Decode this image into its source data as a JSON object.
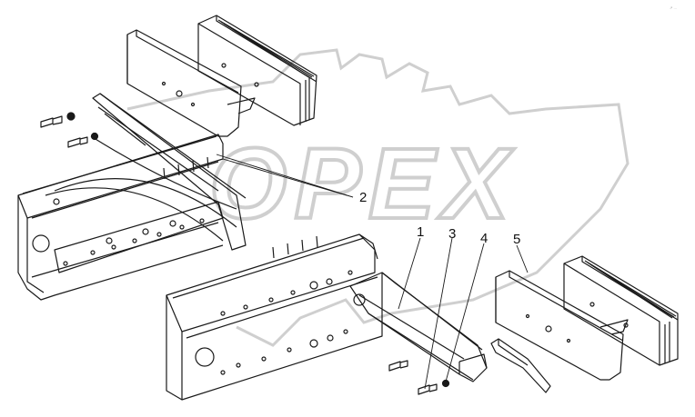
{
  "drawing": {
    "watermark_text": "OPEX",
    "corner_mark": "↗ ...",
    "colors": {
      "line": "#1a1a1a",
      "watermark": "#c8c8c8",
      "paper": "#ffffff"
    }
  },
  "callouts": [
    {
      "label": "1"
    },
    {
      "label": "2"
    },
    {
      "label": "3"
    },
    {
      "label": "4"
    },
    {
      "label": "5"
    }
  ]
}
